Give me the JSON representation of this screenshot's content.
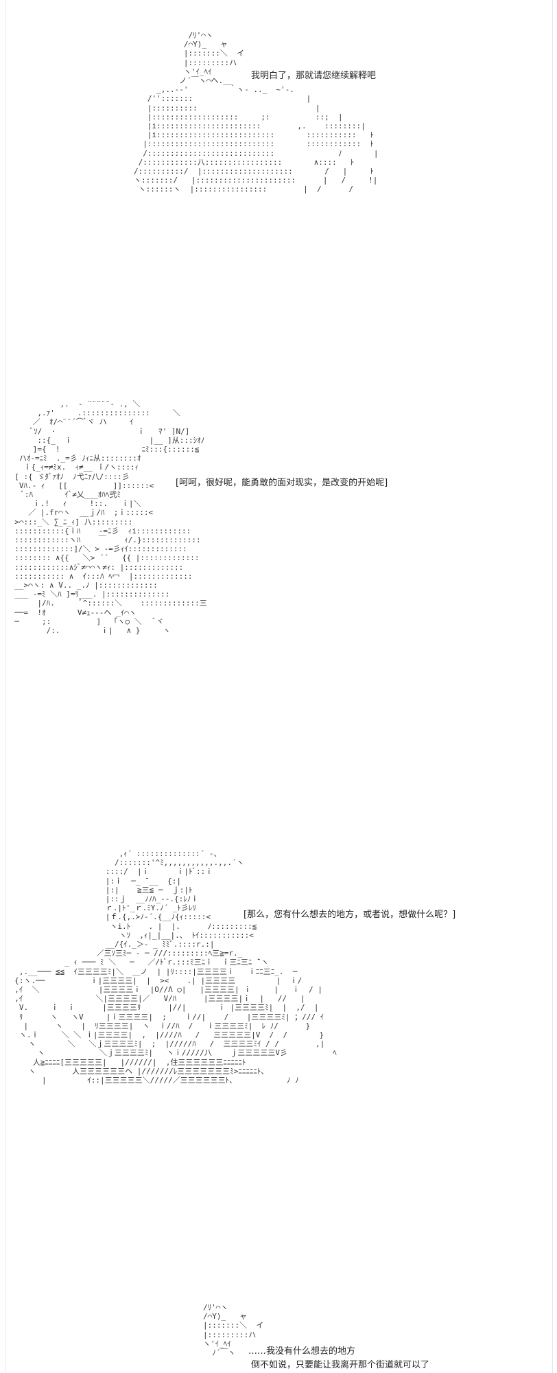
{
  "panels": [
    {
      "art_name": "standing-figure-art",
      "line": "我明白了，那就请您继续解释吧"
    },
    {
      "art_name": "seated-long-hair-figure-art",
      "line": "[呵呵，很好呢，能勇敢的面对现实，是改变的开始呢]"
    },
    {
      "art_name": "armored-figure-art",
      "line": "[那么，您有什么想去的地方，或者说，想做什么呢？]"
    },
    {
      "art_name": "small-figure-art",
      "line1": "……我没有什么想去的地方",
      "line2": "倒不如说，只要能让我离开那个街道就可以了"
    }
  ]
}
